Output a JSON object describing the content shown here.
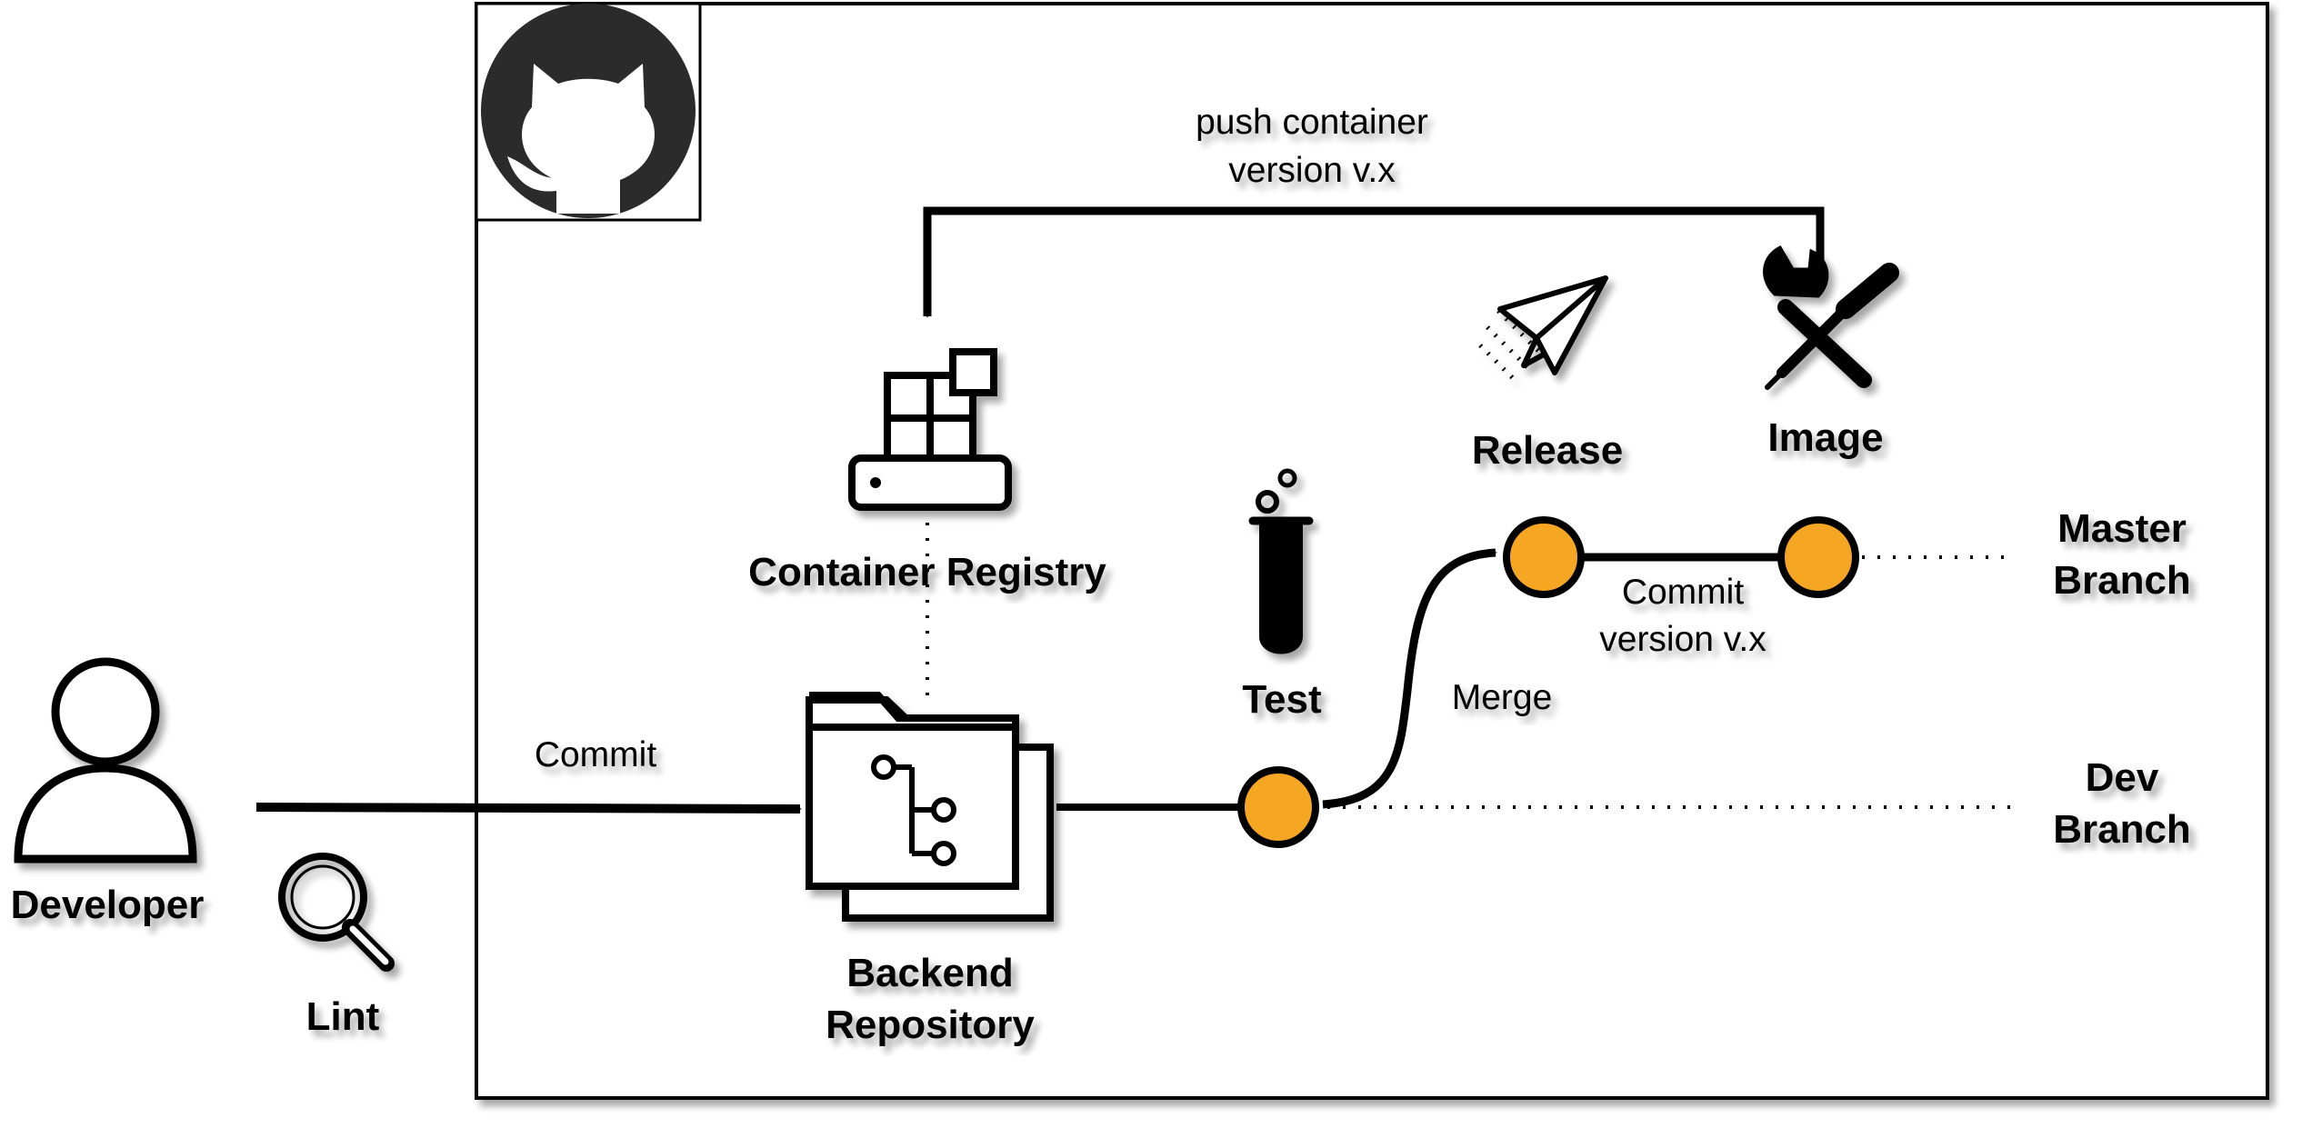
{
  "colors": {
    "stroke": "#000000",
    "commit_fill": "#F5A623",
    "github_logo": "#2b2b2b"
  },
  "icons": {
    "github": "github-octocat-icon",
    "developer": "person-icon",
    "lint": "magnifier-icon",
    "repository": "folder-git-icon",
    "registry": "container-registry-icon",
    "test": "test-tube-icon",
    "release": "paper-plane-icon",
    "image": "wrench-screwdriver-icon"
  },
  "nodes": {
    "developer": "Developer",
    "lint": "Lint",
    "backend_repo": [
      "Backend",
      "Repository"
    ],
    "container_registry": "Container Registry",
    "test": "Test",
    "release": "Release",
    "image": "Image",
    "master_branch": [
      "Master",
      "Branch"
    ],
    "dev_branch": [
      "Dev",
      "Branch"
    ]
  },
  "edges": {
    "commit": "Commit",
    "push_container": [
      "push container",
      "version v.x"
    ],
    "merge": "Merge",
    "commit_version": [
      "Commit",
      "version v.x"
    ]
  }
}
